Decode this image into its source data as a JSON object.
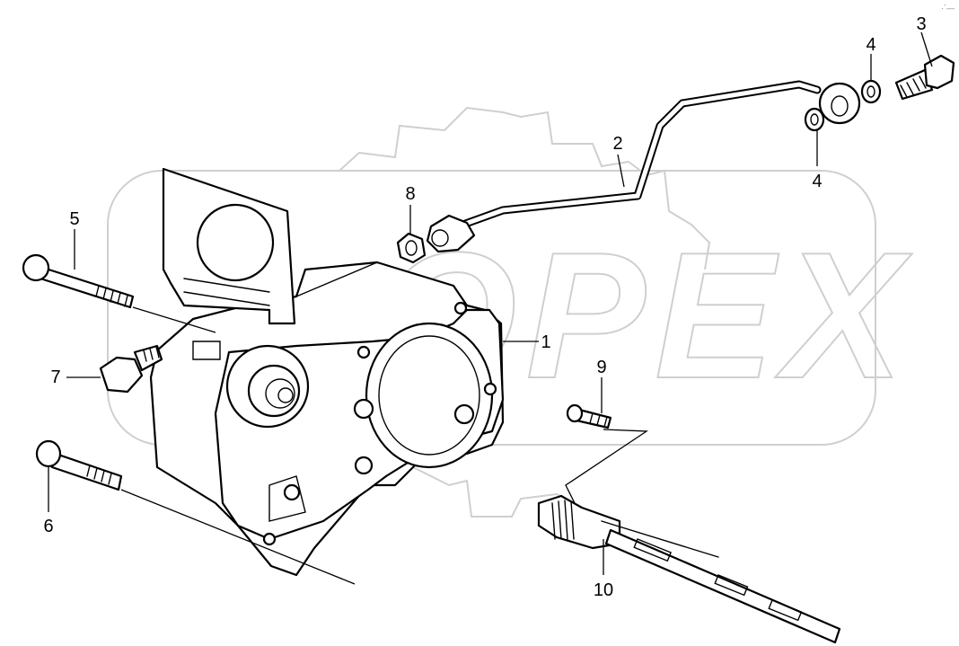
{
  "watermark": {
    "text": "OPEX"
  },
  "corner_mark": "·´—",
  "callouts": [
    {
      "id": "1",
      "label": "1"
    },
    {
      "id": "2",
      "label": "2"
    },
    {
      "id": "3",
      "label": "3"
    },
    {
      "id": "4a",
      "label": "4"
    },
    {
      "id": "4b",
      "label": "4"
    },
    {
      "id": "5",
      "label": "5"
    },
    {
      "id": "6",
      "label": "6"
    },
    {
      "id": "7",
      "label": "7"
    },
    {
      "id": "8",
      "label": "8"
    },
    {
      "id": "9",
      "label": "9"
    },
    {
      "id": "10",
      "label": "10"
    }
  ]
}
